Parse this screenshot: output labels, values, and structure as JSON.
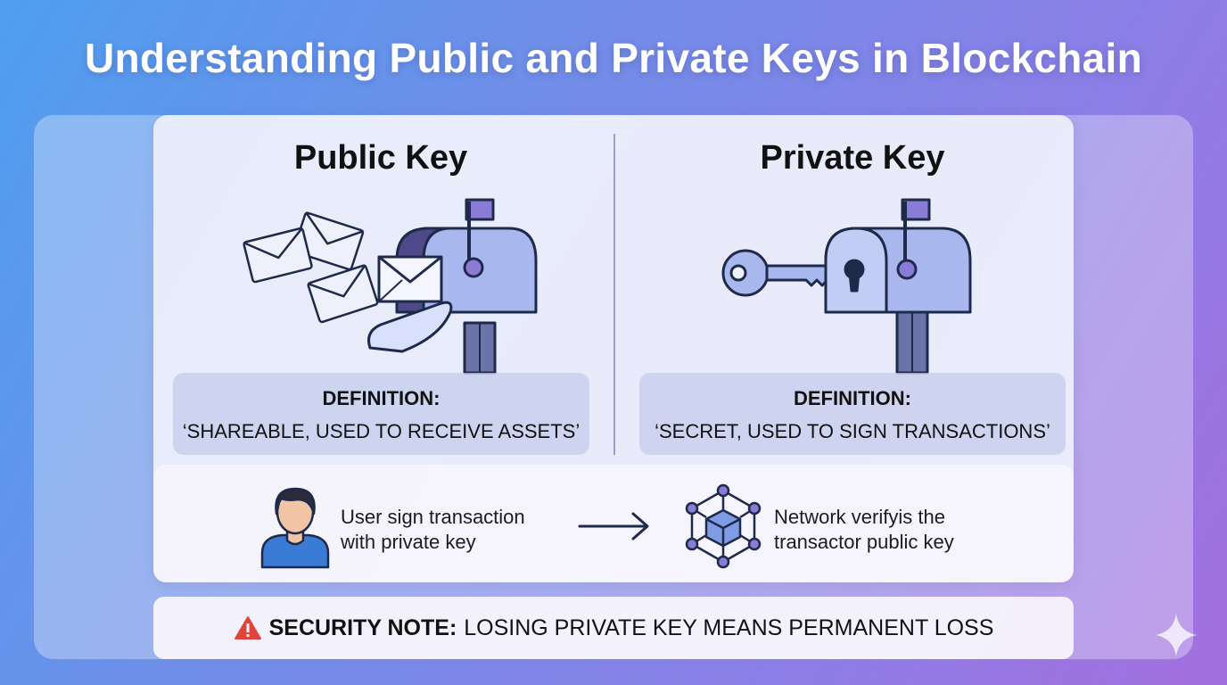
{
  "title": "Understanding Public and Private Keys in Blockchain",
  "public_key": {
    "heading": "Public Key",
    "definition_label": "DEFINITION:",
    "definition_text": "‘SHAREABLE, USED TO RECEIVE ASSETS’"
  },
  "private_key": {
    "heading": "Private Key",
    "definition_label": "DEFINITION:",
    "definition_text": "‘SECRET, USED TO SIGN TRANSACTIONS’"
  },
  "flow": {
    "user_text_line1": "User sign  transaction",
    "user_text_line2": "with  private key",
    "network_text_line1": "Network verifyis the",
    "network_text_line2": "transactor public key"
  },
  "security_note": {
    "label": "SECURITY NOTE:",
    "text": "LOSING PRIVATE KEY MEANS PERMANENT LOSS"
  },
  "icons": {
    "envelopes": "envelope-icon",
    "open_mailbox": "open-mailbox-icon",
    "locked_mailbox": "locked-mailbox-icon",
    "key": "key-icon",
    "user": "user-avatar-icon",
    "arrow": "arrow-right-icon",
    "network": "blockchain-network-icon",
    "warning": "warning-icon",
    "sparkle": "sparkle-icon"
  },
  "colors": {
    "accent_purple": "#7b68c8",
    "mailbox_blue": "#a8b8ee",
    "outline": "#1e2a4a",
    "warning_red": "#e0443a",
    "user_blue": "#3a7bd5"
  }
}
